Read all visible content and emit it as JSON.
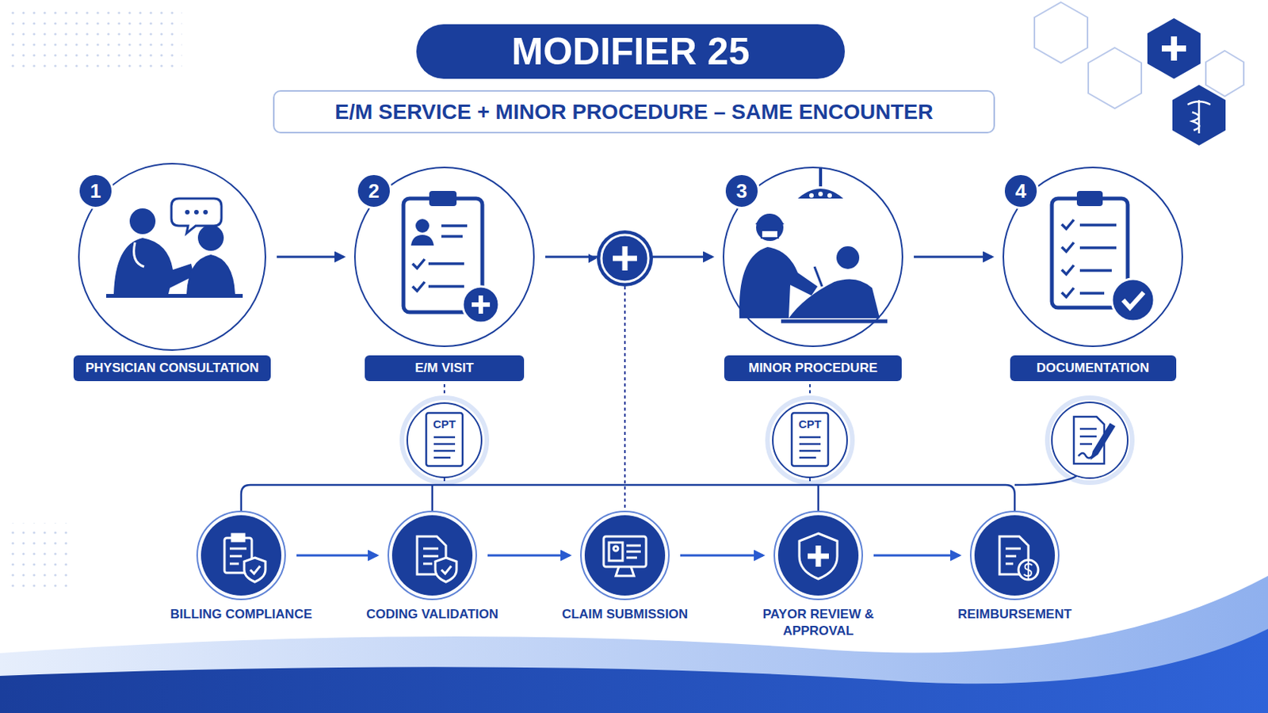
{
  "diagram": {
    "title": "MODIFIER 25",
    "nodes": [
      {
        "text": [
          "E/M SERVICE + MINOR PROCEDURE – SAME ENCOUNTER"
        ]
      },
      {
        "text": [
          "1",
          "PHYSICIAN CONSULTATION"
        ]
      },
      {
        "text": [
          "2",
          "E/M VISIT"
        ]
      },
      {
        "text": [
          "3",
          "MINOR PROCEDURE"
        ]
      },
      {
        "text": [
          "4",
          "DOCUMENTATION"
        ]
      },
      {
        "text": [
          "CPT"
        ]
      },
      {
        "text": [
          "CPT"
        ]
      },
      {
        "text": [
          "BILLING COMPLIANCE"
        ]
      },
      {
        "text": [
          "CODING VALIDATION"
        ]
      },
      {
        "text": [
          "CLAIM SUBMISSION"
        ]
      },
      {
        "text": [
          "PAYOR REVIEW & APPROVAL"
        ]
      },
      {
        "text": [
          "REIMBURSEMENT"
        ]
      }
    ],
    "edges": [
      {
        "from": 1,
        "to": 2,
        "arrow": "to"
      },
      {
        "from": 2,
        "to": 3,
        "arrow": "to"
      },
      {
        "from": 3,
        "to": 4,
        "arrow": "to"
      },
      {
        "from": 2,
        "to": 5,
        "arrow": "none"
      },
      {
        "from": 3,
        "to": 6,
        "arrow": "none"
      },
      {
        "from": 7,
        "to": 8,
        "arrow": "to"
      },
      {
        "from": 8,
        "to": 9,
        "arrow": "to"
      },
      {
        "from": 9,
        "to": 10,
        "arrow": "to"
      },
      {
        "from": 10,
        "to": 11,
        "arrow": "to"
      }
    ]
  }
}
